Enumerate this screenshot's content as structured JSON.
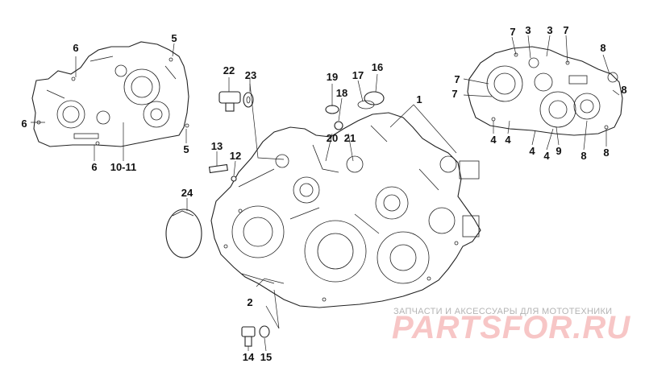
{
  "callouts": [
    "1",
    "2",
    "3",
    "3",
    "4",
    "4",
    "4",
    "4",
    "5",
    "5",
    "6",
    "6",
    "6",
    "7",
    "7",
    "7",
    "7",
    "8",
    "8",
    "8",
    "8",
    "9",
    "10-11",
    "12",
    "13",
    "14",
    "15",
    "16",
    "17",
    "18",
    "19",
    "20",
    "21",
    "22",
    "23",
    "24"
  ],
  "watermark": {
    "tagline": "ЗАПЧАСТИ И АКСЕССУАРЫ ДЛЯ МОТОТЕХНИКИ",
    "logo": "PARTSFOR.RU",
    "color": "#f7c6c6"
  }
}
